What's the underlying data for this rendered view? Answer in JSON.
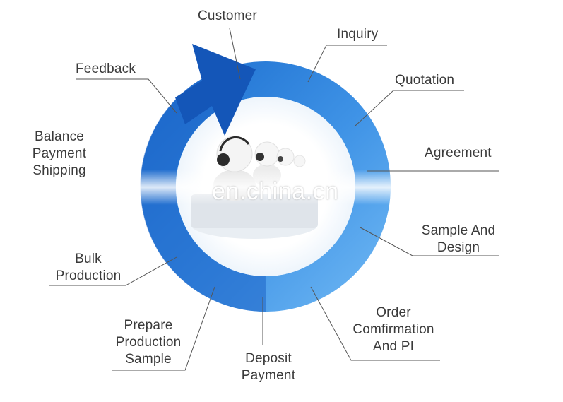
{
  "diagram": {
    "steps": [
      {
        "id": "customer",
        "label": "Customer"
      },
      {
        "id": "inquiry",
        "label": "Inquiry"
      },
      {
        "id": "quotation",
        "label": "Quotation"
      },
      {
        "id": "agreement",
        "label": "Agreement"
      },
      {
        "id": "sample_design",
        "lines": [
          "Sample And",
          "Design"
        ]
      },
      {
        "id": "order_confirmation",
        "lines": [
          "Order",
          "Comfirmation",
          "And PI"
        ]
      },
      {
        "id": "deposit_payment",
        "lines": [
          "Deposit",
          "Payment"
        ]
      },
      {
        "id": "prepare_sample",
        "lines": [
          "Prepare",
          "Production",
          "Sample"
        ]
      },
      {
        "id": "bulk_production",
        "lines": [
          "Bulk",
          "Production"
        ]
      },
      {
        "id": "balance_shipping",
        "lines": [
          "Balance",
          "Payment",
          "Shipping"
        ]
      },
      {
        "id": "feedback",
        "label": "Feedback"
      }
    ]
  },
  "watermark": "en.china.cn",
  "colors": {
    "ring_light": "#5aa8ee",
    "ring_dark": "#1a63c4",
    "arrow": "#1456b8",
    "text": "#3a3a3a",
    "leader": "#555555"
  }
}
